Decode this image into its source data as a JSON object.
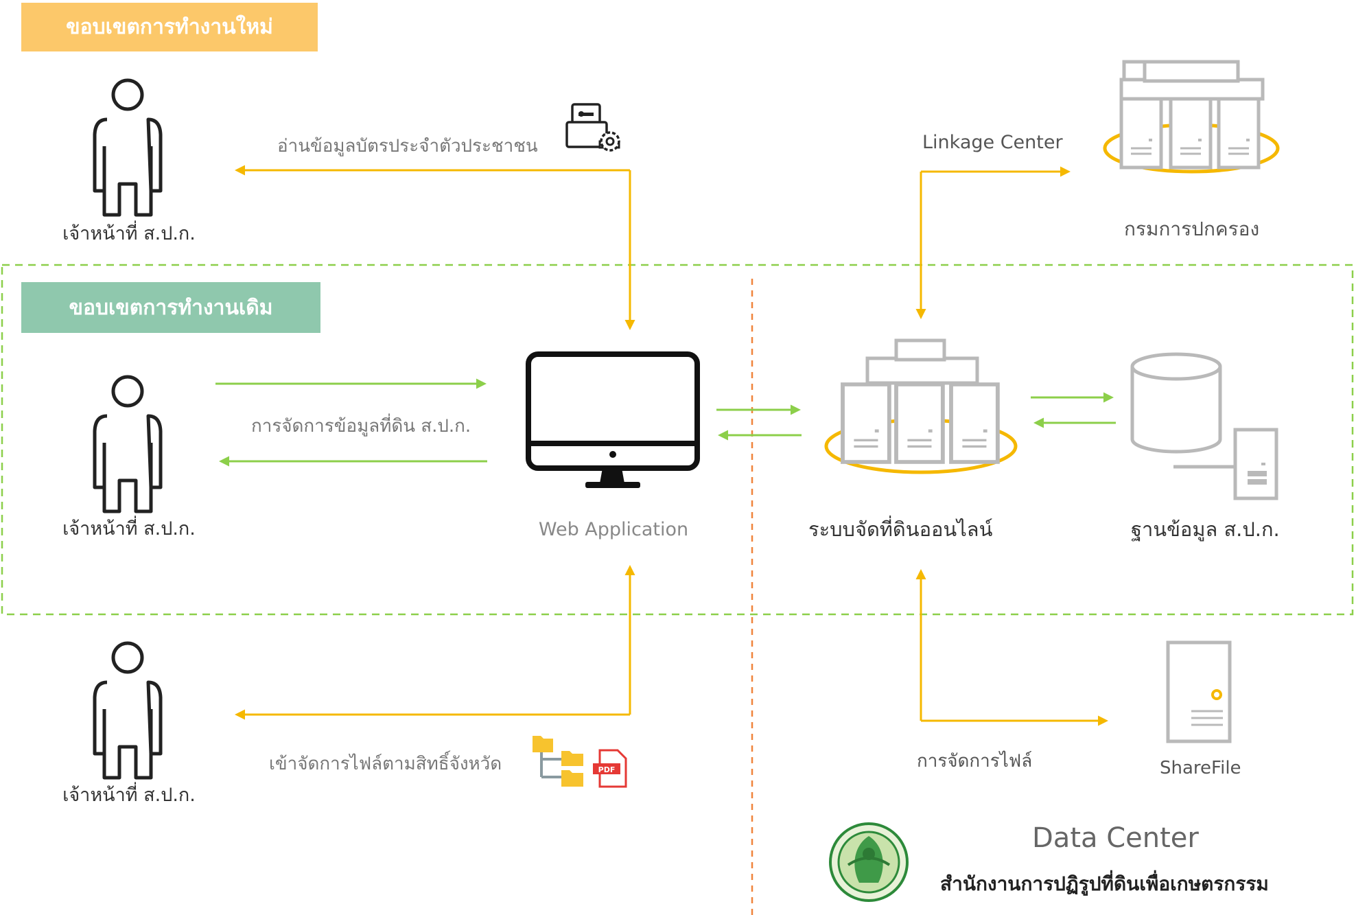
{
  "zones": {
    "new_scope": "ขอบเขตการทำงานใหม่",
    "old_scope": "ขอบเขตการทำงานเดิม"
  },
  "actors": {
    "officer_top": "เจ้าหน้าที่ ส.ป.ก.",
    "officer_middle": "เจ้าหน้าที่ ส.ป.ก.",
    "officer_bottom": "เจ้าหน้าที่ ส.ป.ก."
  },
  "flows": {
    "read_id_card": "อ่านข้อมูลบัตรประจำตัวประชาชน",
    "manage_land_data": "การจัดการข้อมูลที่ดิน ส.ป.ก.",
    "access_files_by_province": "เข้าจัดการไฟล์ตามสิทธิ์จังหวัด",
    "linkage_center": "Linkage Center",
    "file_management": "การจัดการไฟล์"
  },
  "nodes": {
    "web_application": "Web Application",
    "online_land_system": "ระบบจัดที่ดินออนไลน์",
    "alro_database": "ฐานข้อมูล ส.ป.ก.",
    "dopa": "กรมการปกครอง",
    "sharefile": "ShareFile"
  },
  "footer": {
    "data_center": "Data Center",
    "organization": "สำนักงานการปฏิรูปที่ดินเพื่อเกษตรกรรม"
  },
  "icons": {
    "person": "person-icon",
    "card_reader": "id-card-reader-icon",
    "monitor": "monitor-icon",
    "server_cluster": "server-cluster-icon",
    "database": "database-icon",
    "file_server": "file-server-icon",
    "folder_tree": "folder-tree-icon",
    "pdf": "pdf-file-icon",
    "seal": "alro-seal-logo"
  },
  "colors": {
    "new_scope": "#fcc86a",
    "old_scope": "#8fc8ad",
    "yellow_flow": "#f5b800",
    "green_flow": "#8ccf4a",
    "data_center_divider": "#f0843c",
    "label_text": "#707070",
    "dark_text": "#333333"
  }
}
